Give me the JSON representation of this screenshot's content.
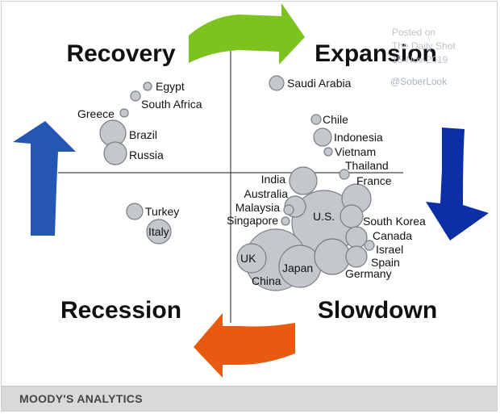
{
  "phases": {
    "recovery": "Recovery",
    "expansion": "Expansion",
    "slowdown": "Slowdown",
    "recession": "Recession"
  },
  "arrow_colors": {
    "top": "#7dc31f",
    "right": "#0c2ea6",
    "bottom": "#e85a0f",
    "left": "#2456b4"
  },
  "bubble_color": "#c4c7cb",
  "countries": [
    {
      "label": "Egypt"
    },
    {
      "label": "South Africa"
    },
    {
      "label": "Greece"
    },
    {
      "label": "Brazil"
    },
    {
      "label": "Russia"
    },
    {
      "label": "Saudi Arabia"
    },
    {
      "label": "Chile"
    },
    {
      "label": "Indonesia"
    },
    {
      "label": "Vietnam"
    },
    {
      "label": "Thailand"
    },
    {
      "label": "France"
    },
    {
      "label": "India"
    },
    {
      "label": "Australia"
    },
    {
      "label": "Malaysia"
    },
    {
      "label": "Singapore"
    },
    {
      "label": "U.S."
    },
    {
      "label": "South Korea"
    },
    {
      "label": "Canada"
    },
    {
      "label": "Israel"
    },
    {
      "label": "Spain"
    },
    {
      "label": "Germany"
    },
    {
      "label": "UK"
    },
    {
      "label": "Japan"
    },
    {
      "label": "China"
    },
    {
      "label": "Turkey"
    },
    {
      "label": "Italy"
    }
  ],
  "watermark": {
    "posted": "Posted on",
    "source": "The Daily Shot",
    "date": "15-Nov-2019",
    "handle": "@SoberLook"
  },
  "footer": "MOODY'S ANALYTICS"
}
